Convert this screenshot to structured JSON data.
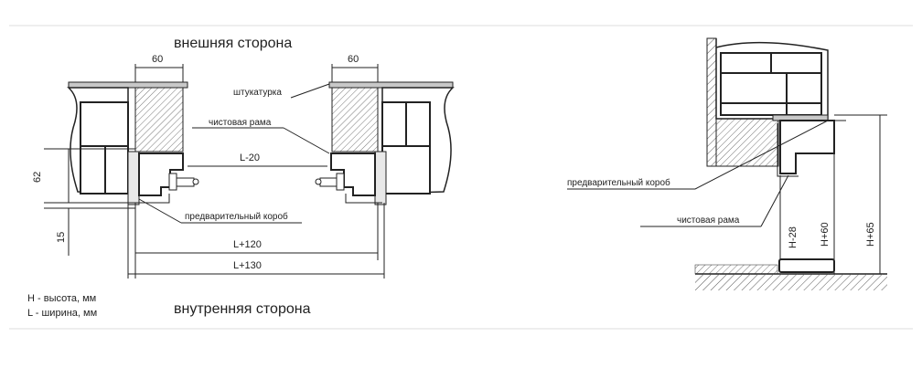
{
  "titles": {
    "outside": "внешняя сторона",
    "inside": "внутренняя сторона"
  },
  "labels": {
    "plaster": "штукатурка",
    "finish_frame": "чистовая рама",
    "pre_box": "предварительный короб",
    "pre_box_right": "предварительный короб",
    "finish_frame_right": "чистовая рама"
  },
  "dimensions": {
    "left_wall_width": "60",
    "right_wall_width": "60",
    "opening": "L-20",
    "l_plus_120": "L+120",
    "l_plus_130": "L+130",
    "d62": "62",
    "d15": "15",
    "h_minus_28": "H-28",
    "h_plus_60": "H+60",
    "h_plus_65": "H+65"
  },
  "legend": {
    "height": "H - высота, мм",
    "width": "L - ширина, мм"
  }
}
